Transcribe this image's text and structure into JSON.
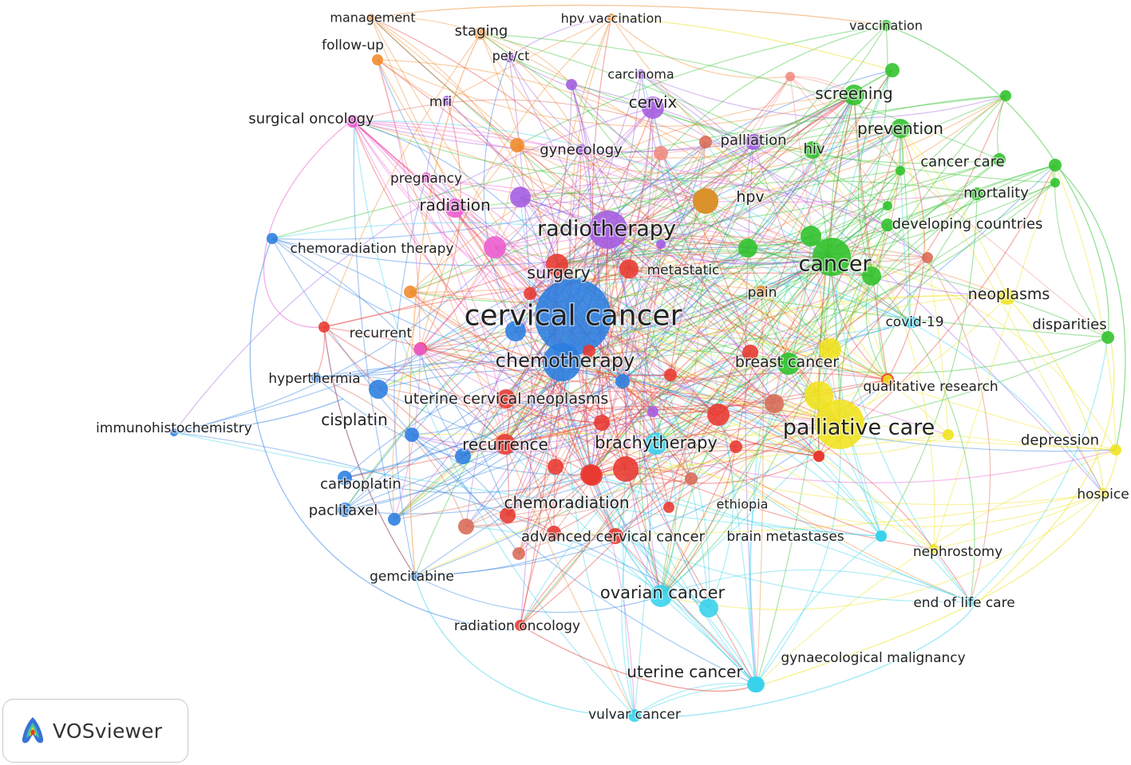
{
  "logo": {
    "label": "VOSviewer",
    "icon": "vosviewer-logo-icon"
  },
  "cluster_colors": {
    "red": "#e8382f",
    "green": "#2ec12a",
    "blue": "#2a7de0",
    "yellow": "#f0e21a",
    "purple": "#a35be0",
    "cyan": "#35d2ec",
    "orange": "#f08a2a",
    "pink": "#ec5cd0",
    "salmon": "#f08b7e",
    "brown": "#d86a55"
  },
  "keywords": [
    {
      "label": "cervical cancer",
      "cluster": "blue",
      "weight": 10
    },
    {
      "label": "chemotherapy",
      "cluster": "blue",
      "weight": 7
    },
    {
      "label": "radiotherapy",
      "cluster": "purple",
      "weight": 7
    },
    {
      "label": "palliative care",
      "cluster": "yellow",
      "weight": 7
    },
    {
      "label": "cancer",
      "cluster": "green",
      "weight": 6
    },
    {
      "label": "surgery",
      "cluster": "red",
      "weight": 4
    },
    {
      "label": "uterine cervical neoplasms",
      "cluster": "red",
      "weight": 4
    },
    {
      "label": "brachytherapy",
      "cluster": "cyan",
      "weight": 4
    },
    {
      "label": "recurrence",
      "cluster": "red",
      "weight": 4
    },
    {
      "label": "chemoradiation",
      "cluster": "red",
      "weight": 4
    },
    {
      "label": "advanced cervical cancer",
      "cluster": "red",
      "weight": 3
    },
    {
      "label": "ovarian cancer",
      "cluster": "cyan",
      "weight": 4
    },
    {
      "label": "uterine cancer",
      "cluster": "cyan",
      "weight": 3
    },
    {
      "label": "vulvar cancer",
      "cluster": "cyan",
      "weight": 2
    },
    {
      "label": "cisplatin",
      "cluster": "blue",
      "weight": 3
    },
    {
      "label": "carboplatin",
      "cluster": "blue",
      "weight": 3
    },
    {
      "label": "paclitaxel",
      "cluster": "blue",
      "weight": 3
    },
    {
      "label": "gemcitabine",
      "cluster": "blue",
      "weight": 2
    },
    {
      "label": "immunohistochemistry",
      "cluster": "blue",
      "weight": 1
    },
    {
      "label": "hyperthermia",
      "cluster": "blue",
      "weight": 2
    },
    {
      "label": "recurrent",
      "cluster": "red",
      "weight": 2
    },
    {
      "label": "chemoradiation therapy",
      "cluster": "blue",
      "weight": 2
    },
    {
      "label": "radiation",
      "cluster": "pink",
      "weight": 3
    },
    {
      "label": "pregnancy",
      "cluster": "pink",
      "weight": 2
    },
    {
      "label": "surgical oncology",
      "cluster": "pink",
      "weight": 3
    },
    {
      "label": "gynecology",
      "cluster": "purple",
      "weight": 3
    },
    {
      "label": "mri",
      "cluster": "purple",
      "weight": 2
    },
    {
      "label": "cervix",
      "cluster": "purple",
      "weight": 3
    },
    {
      "label": "carcinoma",
      "cluster": "purple",
      "weight": 2
    },
    {
      "label": "pet/ct",
      "cluster": "purple",
      "weight": 2
    },
    {
      "label": "staging",
      "cluster": "orange",
      "weight": 3
    },
    {
      "label": "management",
      "cluster": "orange",
      "weight": 2
    },
    {
      "label": "follow-up",
      "cluster": "orange",
      "weight": 2
    },
    {
      "label": "hpv vaccination",
      "cluster": "orange",
      "weight": 2
    },
    {
      "label": "palliation",
      "cluster": "purple",
      "weight": 3
    },
    {
      "label": "metastatic",
      "cluster": "red",
      "weight": 2
    },
    {
      "label": "pain",
      "cluster": "orange",
      "weight": 2
    },
    {
      "label": "hpv",
      "cluster": "green",
      "weight": 3
    },
    {
      "label": "hiv",
      "cluster": "green",
      "weight": 3
    },
    {
      "label": "screening",
      "cluster": "green",
      "weight": 4
    },
    {
      "label": "prevention",
      "cluster": "green",
      "weight": 4
    },
    {
      "label": "vaccination",
      "cluster": "green",
      "weight": 2
    },
    {
      "label": "cancer care",
      "cluster": "green",
      "weight": 3
    },
    {
      "label": "mortality",
      "cluster": "green",
      "weight": 3
    },
    {
      "label": "developing countries",
      "cluster": "green",
      "weight": 3
    },
    {
      "label": "neoplasms",
      "cluster": "yellow",
      "weight": 3
    },
    {
      "label": "disparities",
      "cluster": "green",
      "weight": 3
    },
    {
      "label": "covid-19",
      "cluster": "cyan",
      "weight": 3
    },
    {
      "label": "breast cancer",
      "cluster": "green",
      "weight": 3
    },
    {
      "label": "qualitative research",
      "cluster": "yellow",
      "weight": 2
    },
    {
      "label": "depression",
      "cluster": "yellow",
      "weight": 3
    },
    {
      "label": "hospice",
      "cluster": "yellow",
      "weight": 2
    },
    {
      "label": "ethiopia",
      "cluster": "red",
      "weight": 2
    },
    {
      "label": "brain metastases",
      "cluster": "cyan",
      "weight": 2
    },
    {
      "label": "nephrostomy",
      "cluster": "yellow",
      "weight": 2
    },
    {
      "label": "end of life care",
      "cluster": "cyan",
      "weight": 2
    },
    {
      "label": "gynaecological malignancy",
      "cluster": "cyan",
      "weight": 2
    },
    {
      "label": "radiation oncology",
      "cluster": "red",
      "weight": 2
    }
  ]
}
